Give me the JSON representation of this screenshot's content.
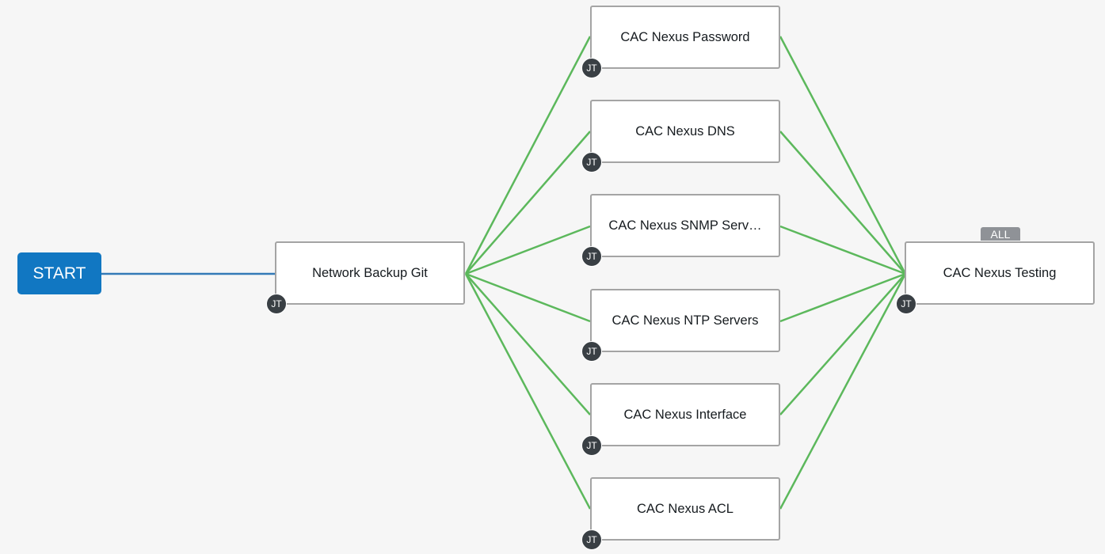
{
  "workflow": {
    "start_label": "START",
    "nodes": [
      {
        "id": "network-backup-git",
        "label": "Network Backup Git",
        "type_badge": "JT"
      },
      {
        "id": "cac-nexus-password",
        "label": "CAC Nexus Password",
        "type_badge": "JT"
      },
      {
        "id": "cac-nexus-dns",
        "label": "CAC Nexus DNS",
        "type_badge": "JT"
      },
      {
        "id": "cac-nexus-snmp",
        "label": "CAC Nexus SNMP Serv…",
        "type_badge": "JT"
      },
      {
        "id": "cac-nexus-ntp",
        "label": "CAC Nexus NTP Servers",
        "type_badge": "JT"
      },
      {
        "id": "cac-nexus-interface",
        "label": "CAC Nexus Interface",
        "type_badge": "JT"
      },
      {
        "id": "cac-nexus-acl",
        "label": "CAC Nexus ACL",
        "type_badge": "JT"
      },
      {
        "id": "cac-nexus-testing",
        "label": "CAC Nexus Testing",
        "type_badge": "JT",
        "convergence": "ALL"
      }
    ],
    "link_colors": {
      "start": "#337ab7",
      "success": "#5cb85c"
    }
  }
}
